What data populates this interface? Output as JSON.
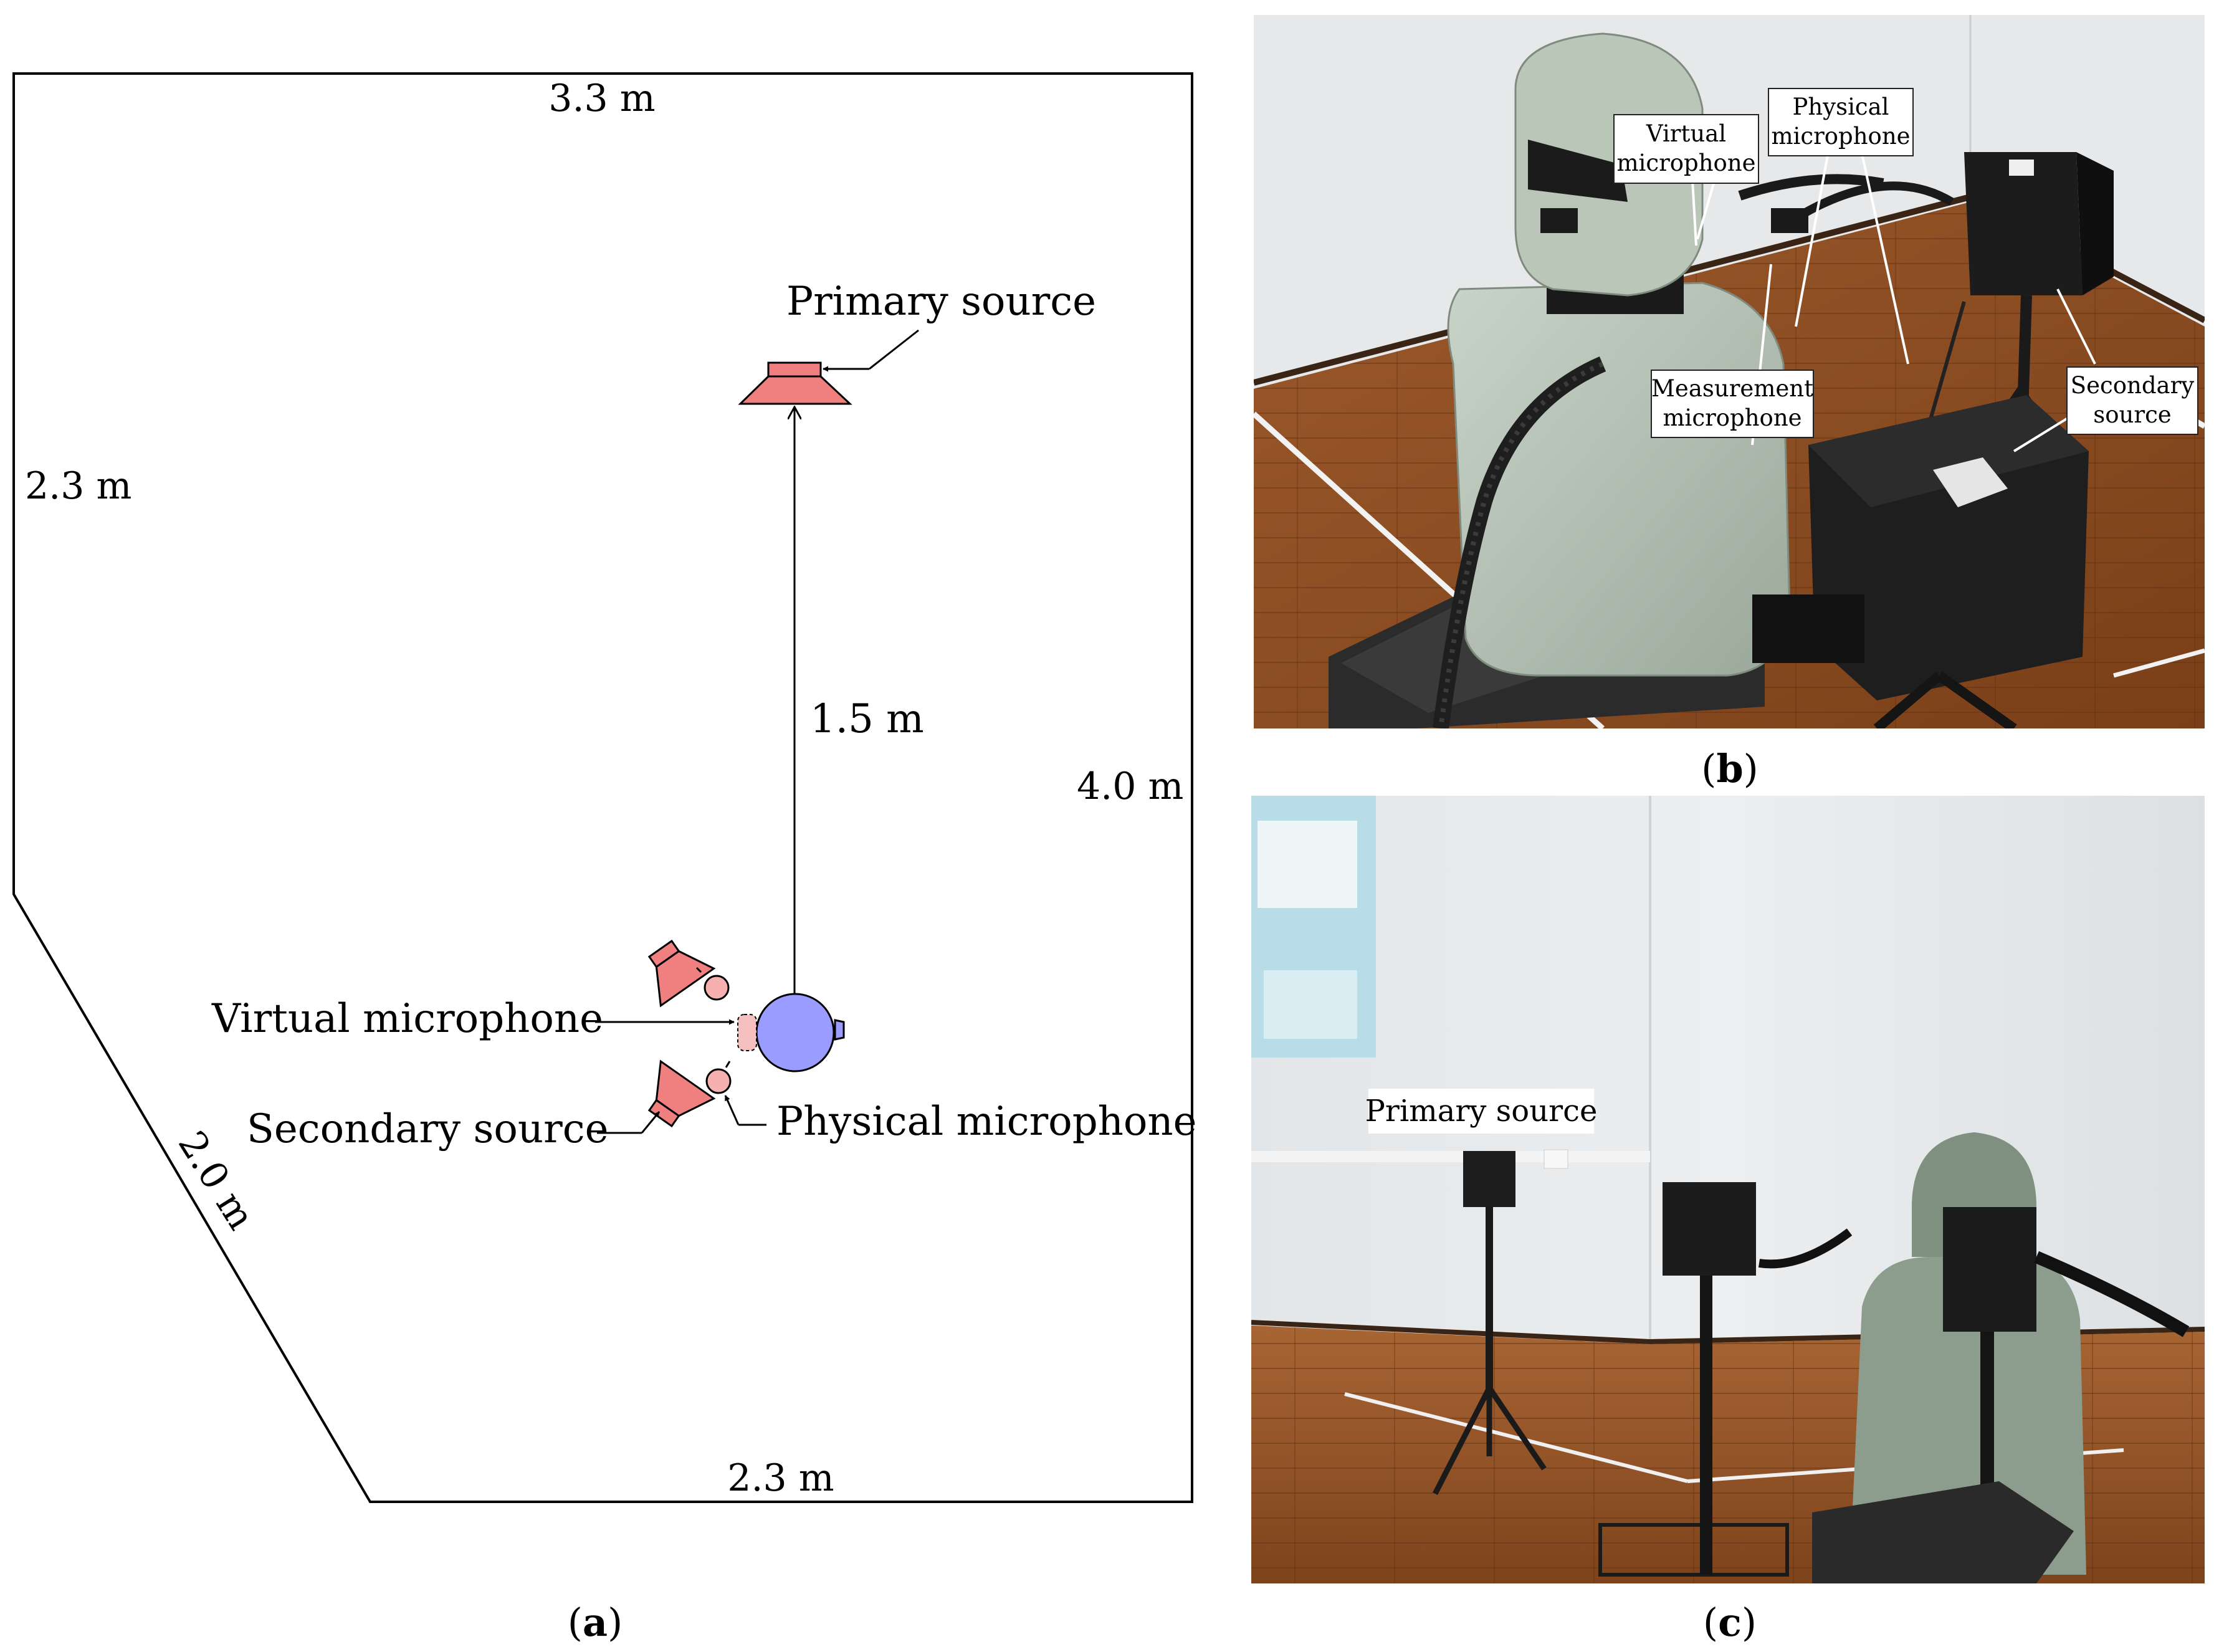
{
  "panel_a": {
    "dimensions": {
      "top": "3.3 m",
      "left": "2.3 m",
      "right": "4.0 m",
      "diagonal": "2.0 m",
      "bottom": "2.3 m",
      "distance": "1.5 m"
    },
    "labels": {
      "primary_source": "Primary source",
      "virtual_microphone": "Virtual microphone",
      "secondary_source": "Secondary source",
      "physical_microphone": "Physical microphone"
    },
    "caption_open": "(",
    "caption_letter": "a",
    "caption_close": ")",
    "colors": {
      "source_fill": "#f08080",
      "head_fill": "#9a9cff",
      "mic_fill": "#f6b0b0"
    }
  },
  "panel_b": {
    "labels": {
      "virtual_microphone_1": "Virtual",
      "virtual_microphone_2": "microphone",
      "physical_microphone_1": "Physical",
      "physical_microphone_2": "microphone",
      "measurement_microphone_1": "Measurement",
      "measurement_microphone_2": "microphone",
      "secondary_source_1": "Secondary",
      "secondary_source_2": "source"
    },
    "caption_open": "(",
    "caption_letter": "b",
    "caption_close": ")"
  },
  "panel_c": {
    "labels": {
      "primary_source": "Primary source"
    },
    "caption_open": "(",
    "caption_letter": "c",
    "caption_close": ")"
  }
}
